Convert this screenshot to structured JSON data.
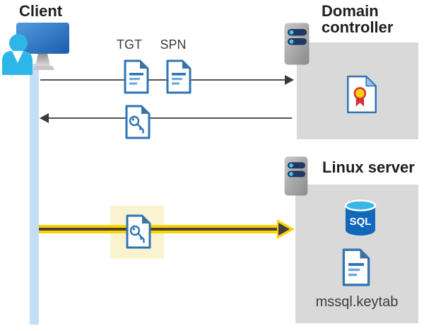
{
  "client": {
    "label": "Client"
  },
  "domain_controller": {
    "label": "Domain controller"
  },
  "linux_server": {
    "label": "Linux server",
    "sql_label": "SQL",
    "keytab_label": "mssql.keytab"
  },
  "tickets": {
    "tgt": "TGT",
    "spn": "SPN"
  },
  "icons": {
    "client-workstation-icon": "monitor with user silhouette",
    "server-icon": "gray server tower with two indicator bars",
    "tgt-ticket-icon": "blue document with text lines",
    "spn-ticket-icon": "blue document with text lines",
    "key-ticket-icon": "blue document with key glyph",
    "certificate-icon": "document with red and yellow rosette seal",
    "sql-database-icon": "blue database cylinder labeled SQL",
    "keytab-file-icon": "blue document with text lines"
  },
  "colors": {
    "accent_yellow": "#FFD100",
    "highlight_yellow": "#FAF3D0",
    "box_gray": "#D9D9D9",
    "doc_blue": "#2E75B6",
    "client_blue": "#2DB7E9",
    "timeline_blue": "#C5DEF7",
    "arrow_gray": "#545454",
    "pill_navy": "#1F3864"
  }
}
